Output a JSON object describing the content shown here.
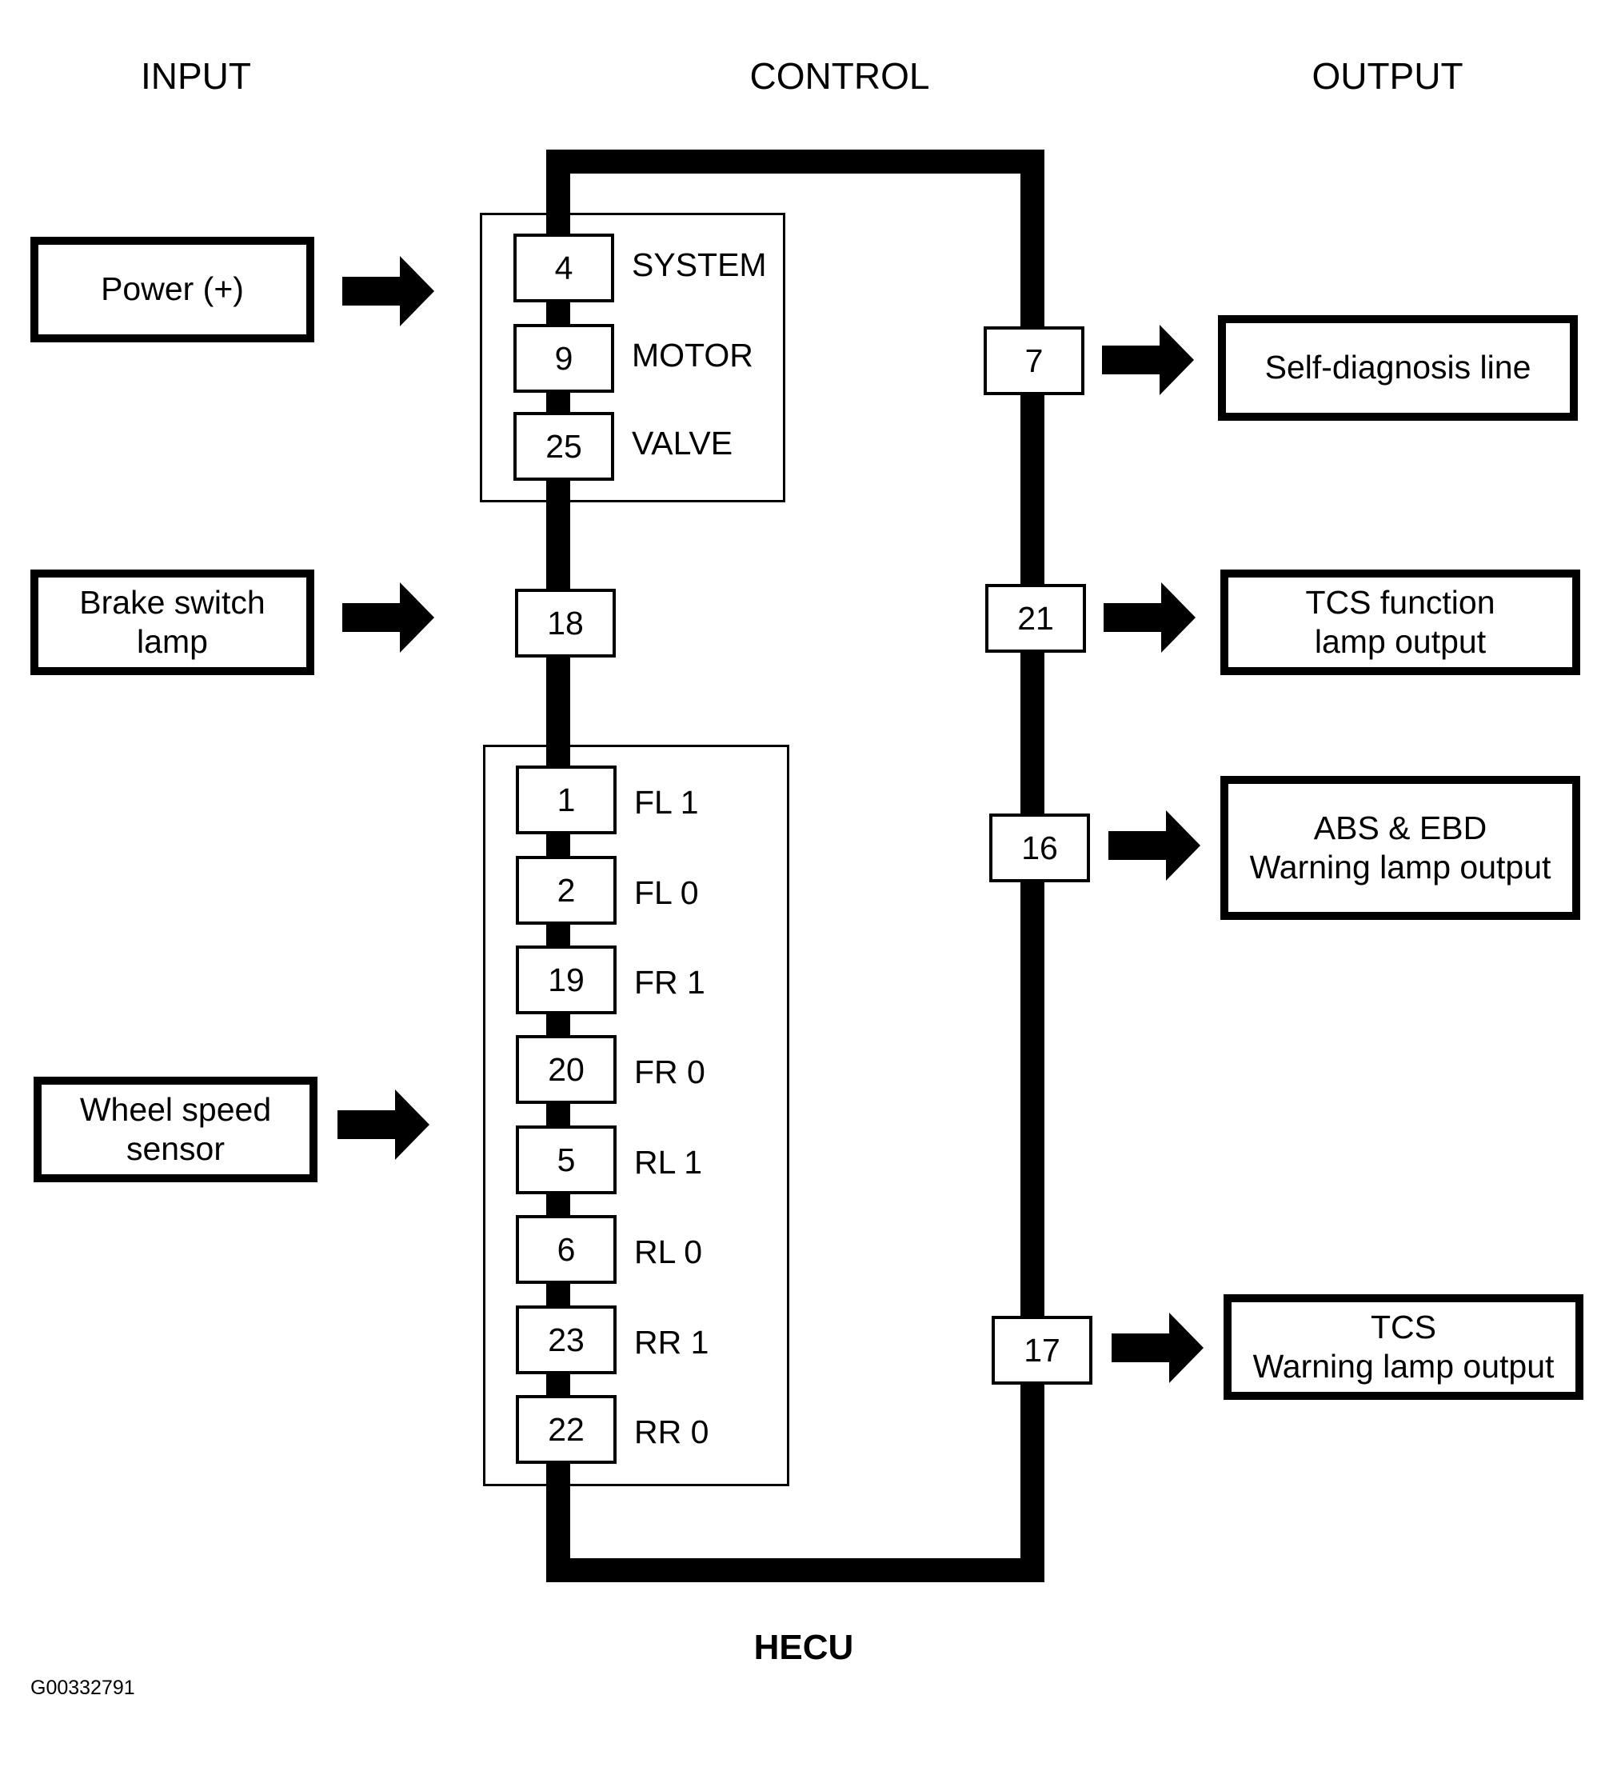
{
  "headers": {
    "input": "INPUT",
    "control": "CONTROL",
    "output": "OUTPUT"
  },
  "inputs": {
    "power": "Power (+)",
    "brake": "Brake switch\nlamp",
    "wheel": "Wheel speed\nsensor"
  },
  "upper_group": [
    {
      "pin": "4",
      "label": "SYSTEM"
    },
    {
      "pin": "9",
      "label": "MOTOR"
    },
    {
      "pin": "25",
      "label": "VALVE"
    }
  ],
  "brake_pin": "18",
  "sensor_group": [
    {
      "pin": "1",
      "label": "FL 1"
    },
    {
      "pin": "2",
      "label": "FL 0"
    },
    {
      "pin": "19",
      "label": "FR 1"
    },
    {
      "pin": "20",
      "label": "FR 0"
    },
    {
      "pin": "5",
      "label": "RL 1"
    },
    {
      "pin": "6",
      "label": "RL 0"
    },
    {
      "pin": "23",
      "label": "RR 1"
    },
    {
      "pin": "22",
      "label": "RR 0"
    }
  ],
  "outputs": [
    {
      "pin": "7",
      "label": "Self-diagnosis line"
    },
    {
      "pin": "21",
      "label": "TCS function\nlamp output"
    },
    {
      "pin": "16",
      "label": "ABS & EBD\nWarning lamp output"
    },
    {
      "pin": "17",
      "label": "TCS\nWarning lamp output"
    }
  ],
  "unit_name": "HECU",
  "figure_id": "G00332791"
}
